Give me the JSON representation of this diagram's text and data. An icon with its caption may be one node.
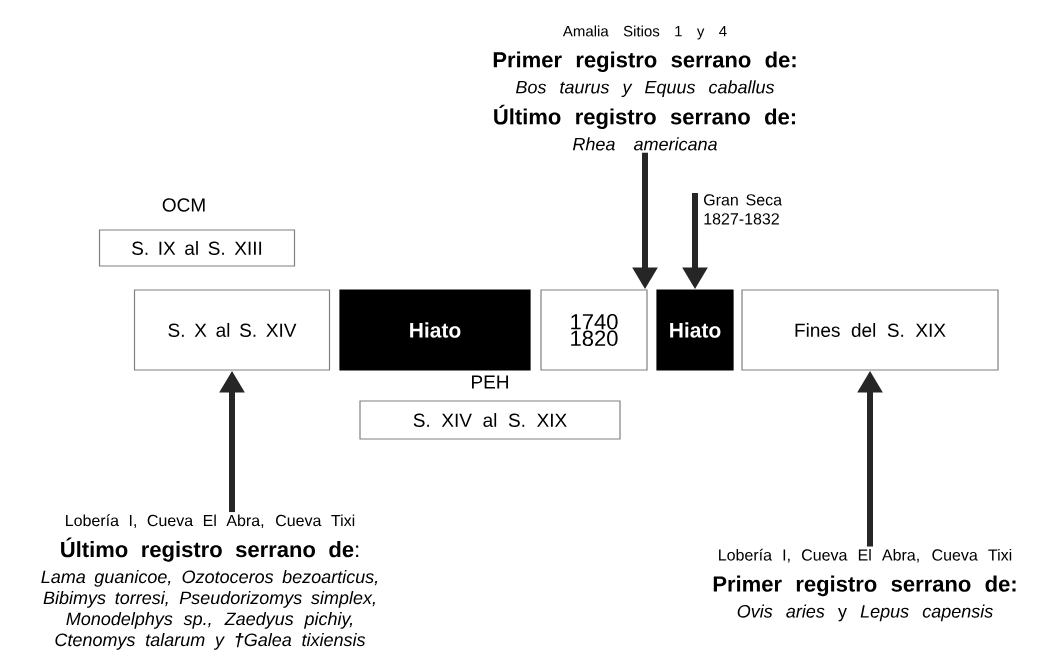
{
  "diagram": {
    "nodes": [
      {
        "text": [
          "OCM",
          "S. IX al S. XIII"
        ]
      },
      {
        "text": [
          "S. X al S. XIV"
        ]
      },
      {
        "text": [
          "Hiato"
        ]
      },
      {
        "text": [
          "1740 1820"
        ]
      },
      {
        "text": [
          "Hiato"
        ]
      },
      {
        "text": [
          "Fines del S. XIX"
        ]
      },
      {
        "text": [
          "PEH",
          "S. XIV al S. XIX"
        ]
      },
      {
        "text": [
          "Amalia Sitios 1 y 4",
          "Primer registro serrano de:",
          "Bos taurus y Equus caballus",
          "Último registro serrano de:",
          "Rhea americana"
        ]
      },
      {
        "text": [
          "Gran Seca 1827-1832"
        ]
      },
      {
        "text": [
          "Lobería I, Cueva El Abra, Cueva Tixi",
          "**Último registro serrano de**:",
          "Lama guanicoe, Ozotoceros bezoarticus, Bibimys torresi, Pseudorizomys simplex, Monodelphys sp., Zaedyus pichiy, Ctenomys talarum y **†**Galea tixiensis"
        ]
      },
      {
        "text": [
          "Lobería I, Cueva El Abra, Cueva Tixi",
          "Primer registro serrano de:",
          "*Ovis aries* y *Lepus capensis*"
        ]
      }
    ],
    "edges": [
      {
        "from": 7,
        "to": 3,
        "arrow": "to"
      },
      {
        "from": 8,
        "to": 4,
        "arrow": "to"
      },
      {
        "from": 9,
        "to": 1,
        "arrow": "to"
      },
      {
        "from": 10,
        "to": 5,
        "arrow": "to"
      }
    ]
  }
}
